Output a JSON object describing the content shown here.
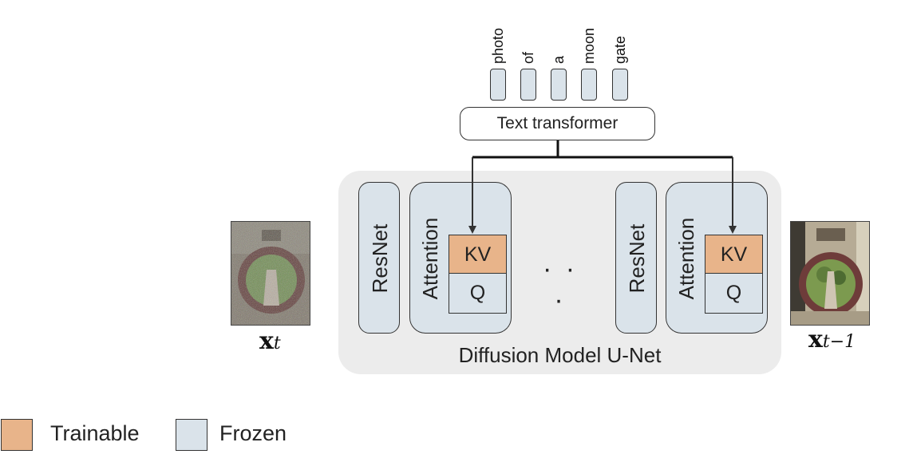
{
  "tokens": [
    "photo",
    "of",
    "a",
    "moon",
    "gate"
  ],
  "text_encoder": {
    "label": "Text transformer"
  },
  "unet": {
    "label": "Diffusion Model U-Net",
    "block1": {
      "resnet": "ResNet",
      "attention": "Attention",
      "kv": "KV",
      "q": "Q"
    },
    "ellipsis": "· · ·",
    "block2": {
      "resnet": "ResNet",
      "attention": "Attention",
      "kv": "KV",
      "q": "Q"
    }
  },
  "input_image": {
    "caption_var": "x",
    "caption_sub": "t"
  },
  "output_image": {
    "caption_var": "x",
    "caption_sub": "t−1"
  },
  "legend": {
    "trainable": {
      "label": "Trainable",
      "color": "#e8b48a"
    },
    "frozen": {
      "label": "Frozen",
      "color": "#dae3ea"
    }
  }
}
